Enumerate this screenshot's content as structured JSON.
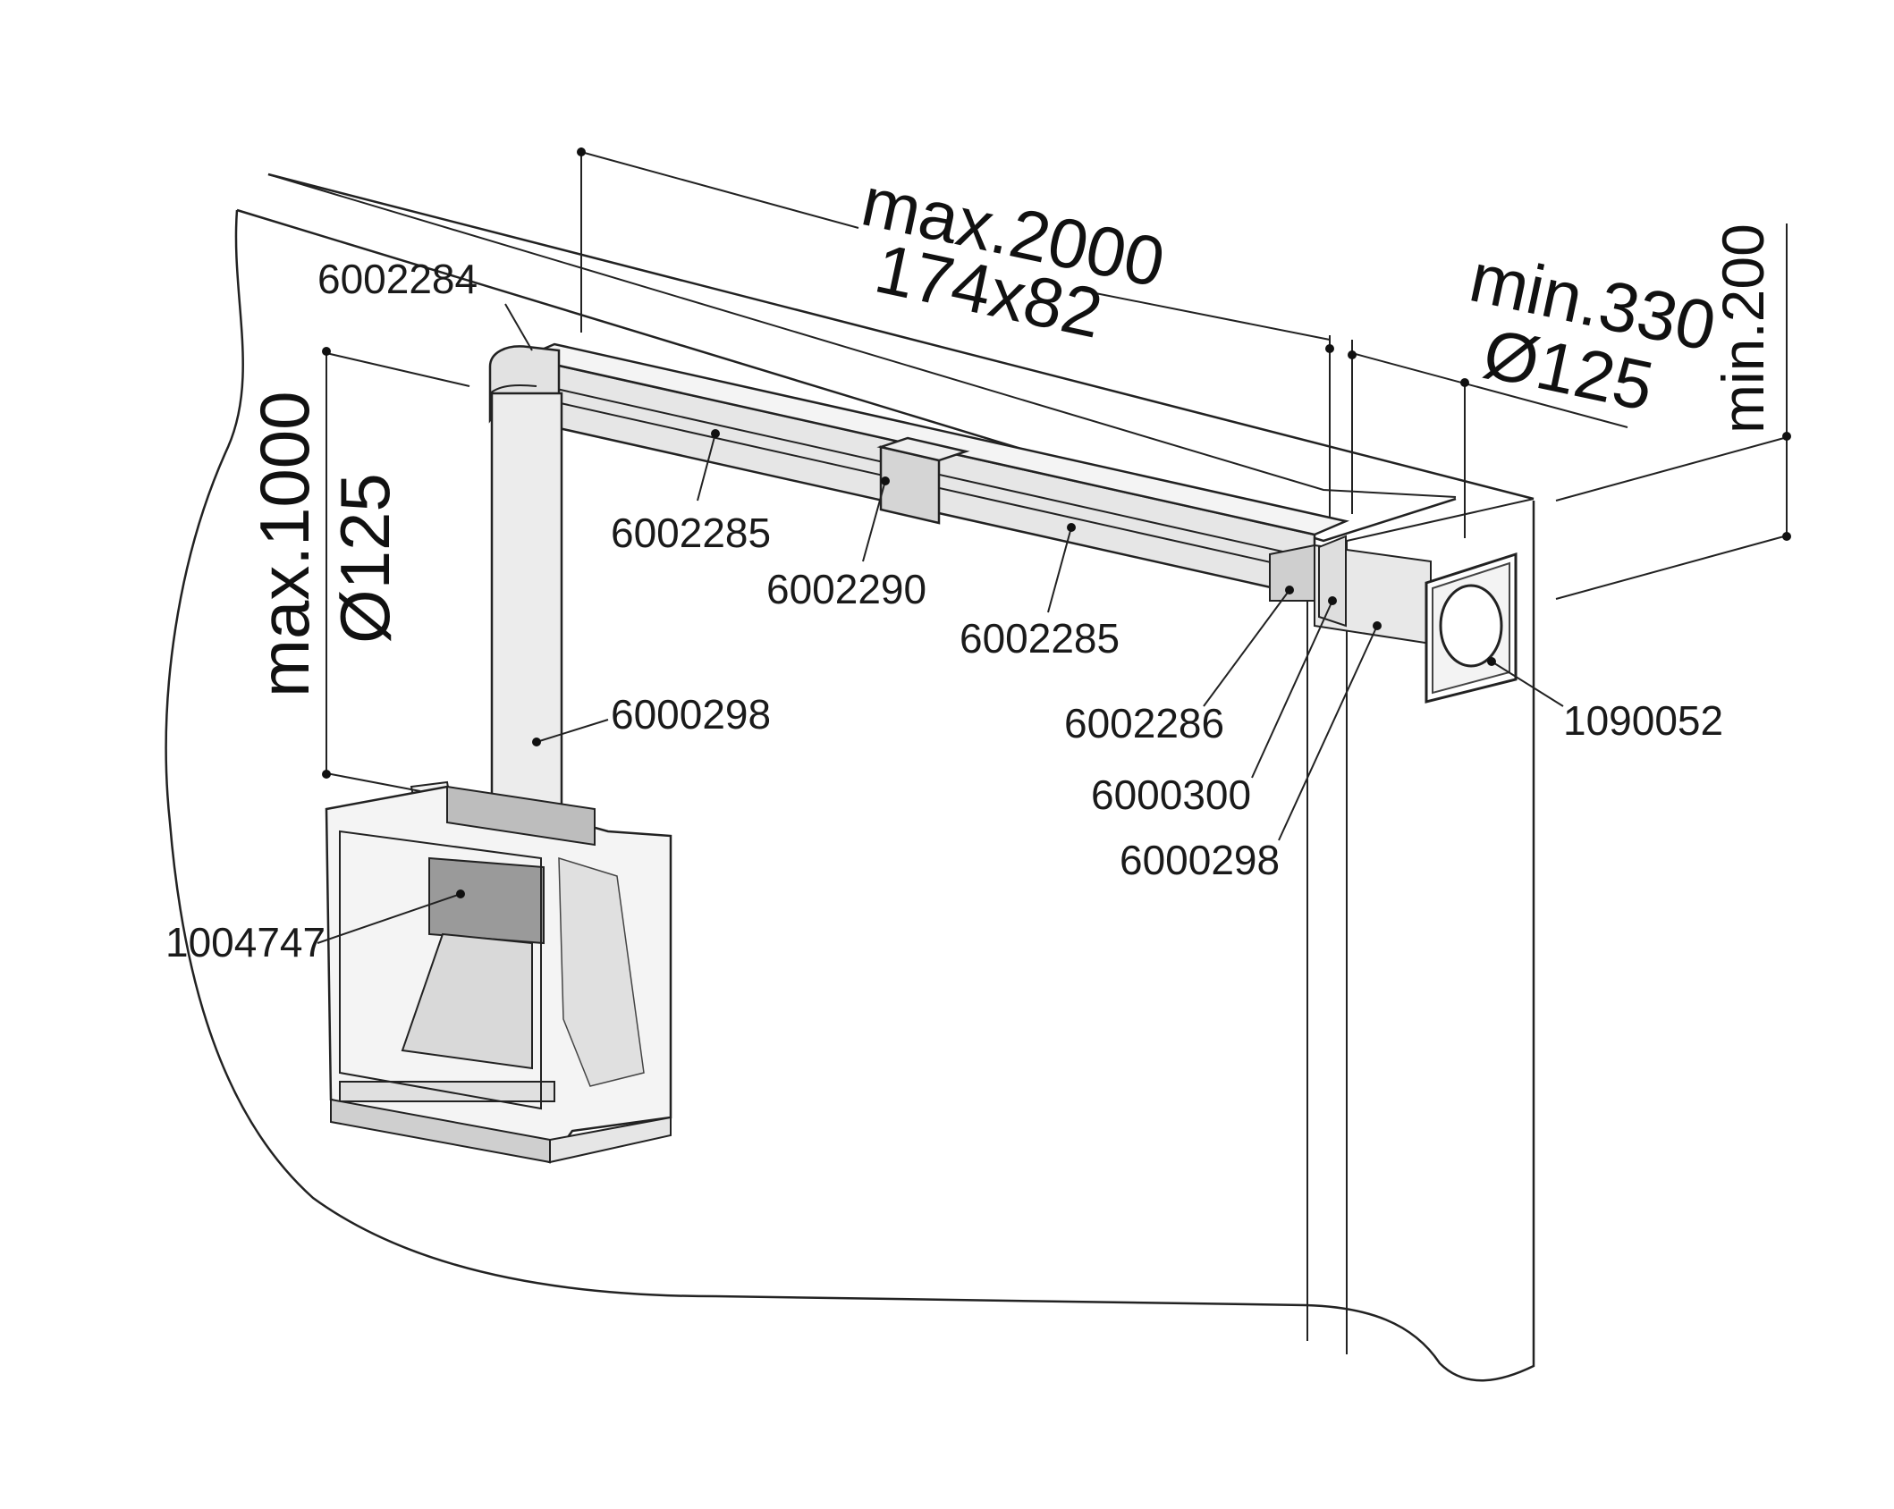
{
  "dimensions": {
    "horizontal_length": "max.2000",
    "horizontal_section": "174x82",
    "wall_offset": "min.330",
    "wall_offset_diameter": "Ø125",
    "vertical_length": "max.1000",
    "vertical_diameter": "Ø125",
    "ceiling_gap": "min.200"
  },
  "parts": {
    "elbow_top": "6002284",
    "duct_left": "6002285",
    "duct_connector": "6002290",
    "duct_right": "6002285",
    "adapter": "6002286",
    "round_fitting": "6000300",
    "round_pipe_right": "6000298",
    "vertical_pipe": "6000298",
    "wall_outlet": "1090052",
    "fireplace": "1004747"
  },
  "colors": {
    "line": "#222222",
    "duct_fill": "#e6e6e6",
    "duct_shade": "#cfcfcf",
    "pipe_fill": "#ececec",
    "fireplace_fill": "#d9d9d9",
    "fireplace_dark": "#9a9a9a"
  }
}
